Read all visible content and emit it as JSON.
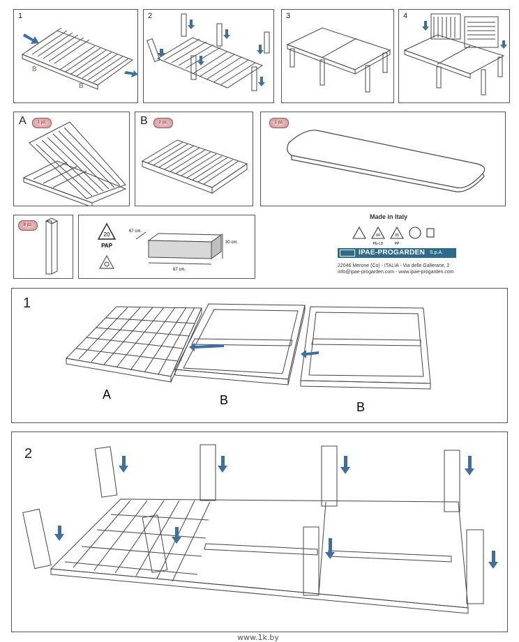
{
  "steps": {
    "s1": "1",
    "s2": "2",
    "s3": "3",
    "s4": "4"
  },
  "parts": {
    "a": {
      "letter": "A",
      "qty": "1 pz."
    },
    "b": {
      "letter": "B",
      "qty": "2 pz."
    },
    "c": {
      "qty": "1 pz."
    },
    "d": {
      "qty": "8 pz."
    }
  },
  "step1_labels": {
    "b_left": "B",
    "b_right": "B"
  },
  "package": {
    "pap_number": "20",
    "pap_label": "PAP",
    "depth": "67 cm.",
    "height": "30 cm.",
    "width": "67 cm."
  },
  "company": {
    "made_in": "Made in Italy",
    "name": "IPAE-PROGARDEN",
    "suffix": "S.p.A.",
    "address": "22046 Merone (Co) - ITALIA - Via delle Gallerane, 2",
    "contact": "info@ipae-progarden.com - www.ipae-progarden.com",
    "recycle_codes": [
      "PE-LD",
      "PP"
    ],
    "recycle_numbers": [
      "04",
      "05"
    ]
  },
  "big_step1": {
    "number": "1",
    "label_a": "A",
    "label_b1": "B",
    "label_b2": "B"
  },
  "big_step2": {
    "number": "2"
  },
  "watermark": "www.1k.by",
  "colors": {
    "arrow": "#3f6f9f",
    "line": "#444",
    "badge": "#c98f8f",
    "logo_bar": "#2e6b8a"
  }
}
